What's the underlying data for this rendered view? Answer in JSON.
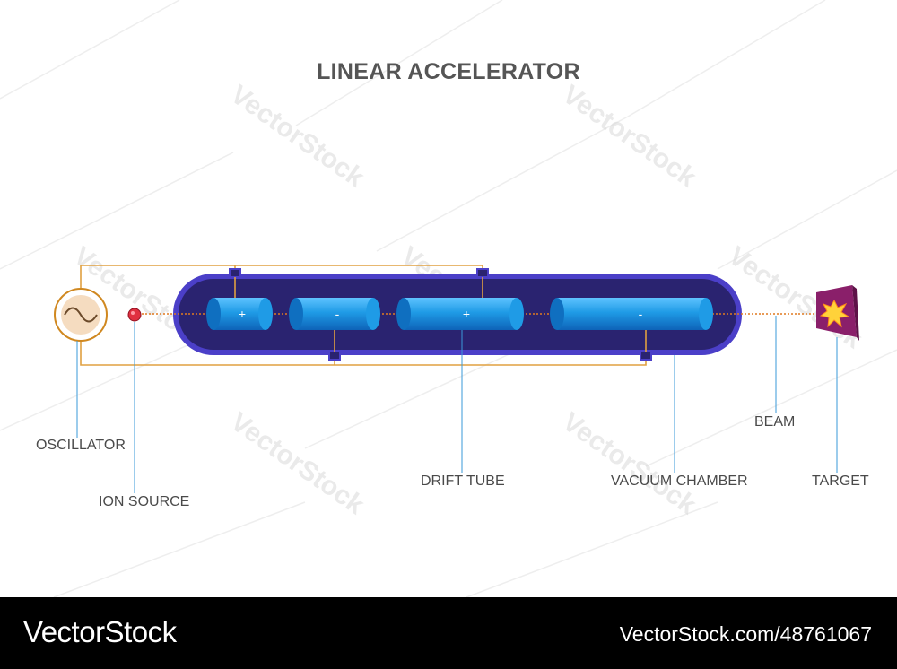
{
  "title": "LINEAR ACCELERATOR",
  "labels": {
    "oscillator": "OSCILLATOR",
    "ion_source": "ION SOURCE",
    "drift_tube": "DRIFT TUBE",
    "vacuum_chamber": "VACUUM CHAMBER",
    "beam": "BEAM",
    "target": "TARGET"
  },
  "tube_signs": [
    "+",
    "-",
    "+",
    "-"
  ],
  "watermark": "VectorStock",
  "footer": {
    "brand": "VectorStock",
    "ref": "VectorStock.com/48761067"
  },
  "colors": {
    "chamber_fill": "#2a2370",
    "chamber_border": "#4b3fc8",
    "tube_fill": "#1f9be6",
    "wire": "#e0a040",
    "beam": "#e07a20",
    "oscillator_ring": "#d08820",
    "ion_source": "#e03040",
    "target": "#8a1f6a"
  }
}
